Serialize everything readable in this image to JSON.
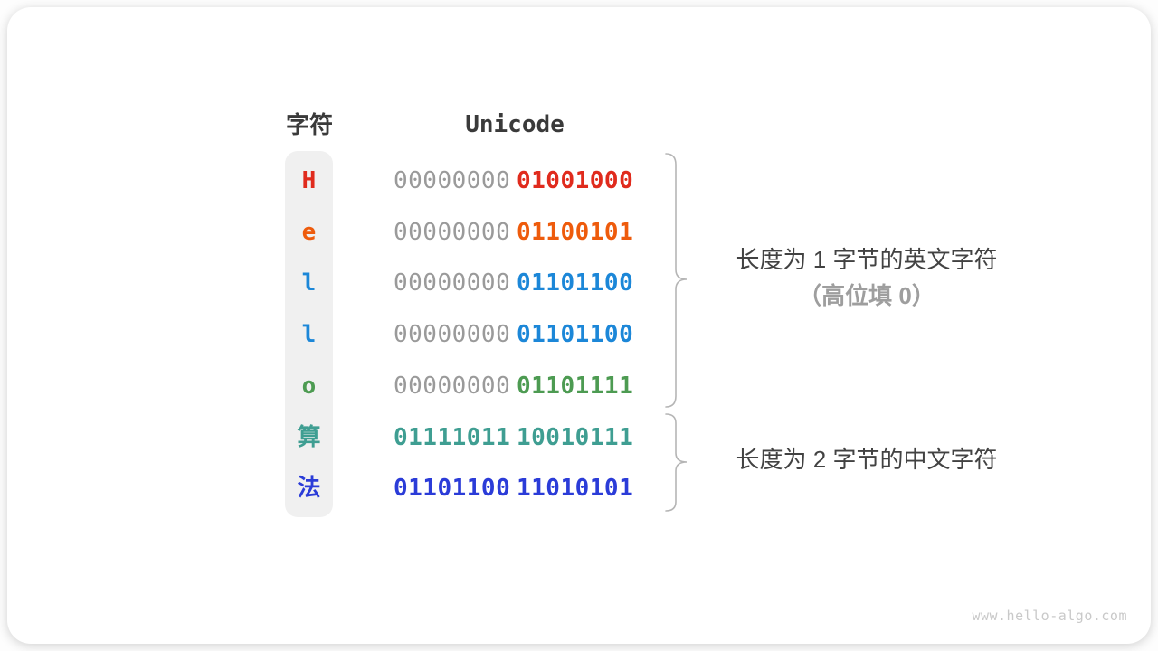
{
  "table": {
    "headers": {
      "char": "字符",
      "unicode": "Unicode"
    },
    "rows": [
      {
        "char": "H",
        "char_color": "#e02b1d",
        "byte1": "00000000",
        "byte1_color": "#9a9a9a",
        "byte1_bold": false,
        "byte2": "01001000",
        "byte2_color": "#e02b1d"
      },
      {
        "char": "e",
        "char_color": "#ee5b0c",
        "byte1": "00000000",
        "byte1_color": "#9a9a9a",
        "byte1_bold": false,
        "byte2": "01100101",
        "byte2_color": "#ee5b0c"
      },
      {
        "char": "l",
        "char_color": "#1c87d8",
        "byte1": "00000000",
        "byte1_color": "#9a9a9a",
        "byte1_bold": false,
        "byte2": "01101100",
        "byte2_color": "#1c87d8"
      },
      {
        "char": "l",
        "char_color": "#1c87d8",
        "byte1": "00000000",
        "byte1_color": "#9a9a9a",
        "byte1_bold": false,
        "byte2": "01101100",
        "byte2_color": "#1c87d8"
      },
      {
        "char": "o",
        "char_color": "#4d9b52",
        "byte1": "00000000",
        "byte1_color": "#9a9a9a",
        "byte1_bold": false,
        "byte2": "01101111",
        "byte2_color": "#4d9b52"
      },
      {
        "char": "算",
        "char_color": "#3f9e92",
        "byte1": "01111011",
        "byte1_color": "#3f9e92",
        "byte1_bold": true,
        "byte2": "10010111",
        "byte2_color": "#3f9e92"
      },
      {
        "char": "法",
        "char_color": "#2b3cd8",
        "byte1": "01101100",
        "byte1_color": "#2b3cd8",
        "byte1_bold": true,
        "byte2": "11010101",
        "byte2_color": "#2b3cd8"
      }
    ]
  },
  "annotations": {
    "group1": {
      "line1": "长度为 1 字节的英文字符",
      "line2": "（高位填 0）"
    },
    "group2": {
      "line1": "长度为 2 字节的中文字符"
    }
  },
  "watermark": "www.hello-algo.com",
  "colors": {
    "brace": "#b5b5b5",
    "column_bg": "#f0f0f0",
    "header_text": "#3a3a3a",
    "annotation_text": "#424242",
    "annotation_muted": "#9e9e9e",
    "watermark_text": "#c9c9c9"
  }
}
